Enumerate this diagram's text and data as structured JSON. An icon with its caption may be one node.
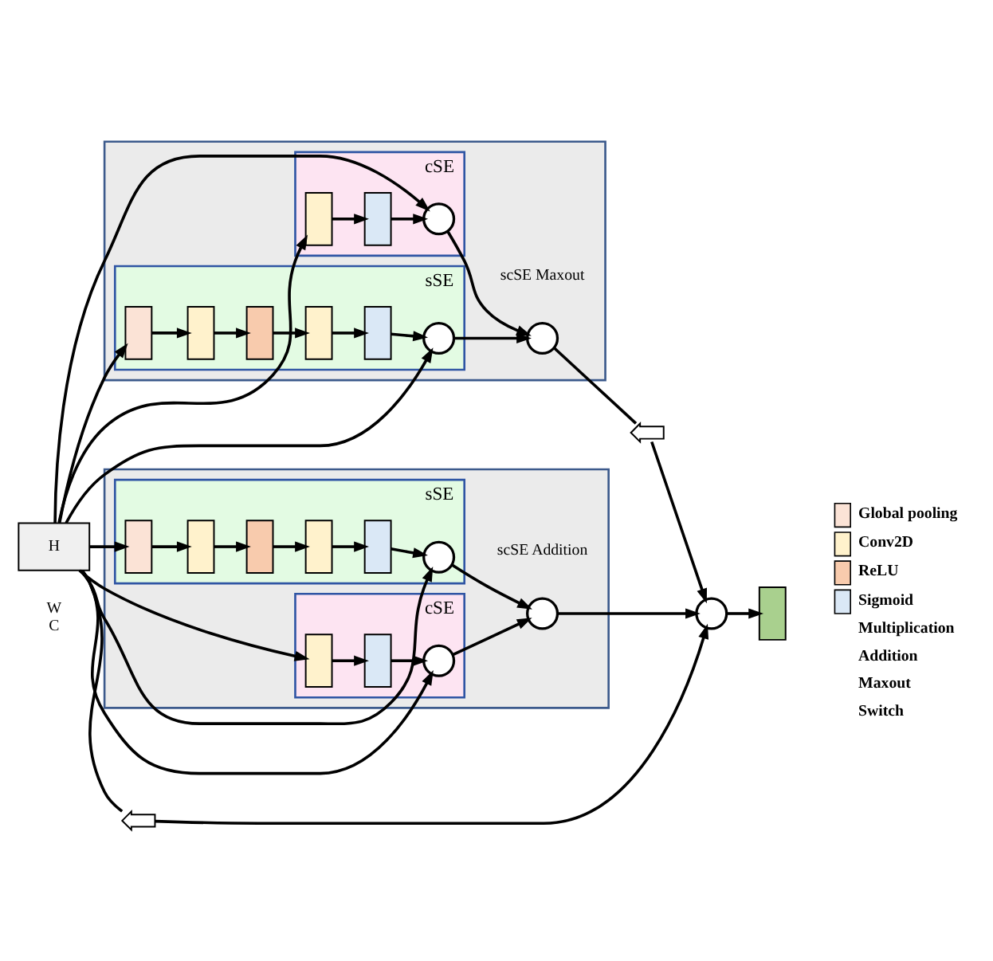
{
  "diagram": {
    "nodes": [
      {
        "text": [
          "H"
        ],
        "beside": [
          "W",
          "C"
        ]
      },
      {
        "text": [],
        "shape": "box"
      },
      {
        "text": [
          "sSE"
        ],
        "in": 1
      },
      {
        "text": [],
        "shape": "box",
        "in": 2
      },
      {
        "text": [],
        "shape": "box",
        "in": 2
      },
      {
        "text": [],
        "shape": "box",
        "in": 2
      },
      {
        "text": [],
        "shape": "box",
        "in": 2
      },
      {
        "text": [],
        "shape": "box",
        "in": 2
      },
      {
        "text": [],
        "shape": "circle",
        "in": 2
      },
      {
        "text": [],
        "shape": "circle",
        "in": 1,
        "beside": [
          "scSE Maxout"
        ]
      },
      {
        "text": [
          "cSE"
        ],
        "in": 1
      },
      {
        "text": [],
        "shape": "box",
        "in": 10
      },
      {
        "text": [],
        "shape": "box",
        "in": 10
      },
      {
        "text": [],
        "shape": "circle",
        "in": 10
      },
      {
        "text": [],
        "shape": "switch"
      },
      {
        "text": [],
        "shape": "circle"
      },
      {
        "text": [],
        "shape": "box"
      },
      {
        "text": [],
        "shape": "box"
      },
      {
        "text": [
          "cSE"
        ],
        "in": 17
      },
      {
        "text": [],
        "shape": "box",
        "in": 18
      },
      {
        "text": [],
        "shape": "box",
        "in": 18
      },
      {
        "text": [],
        "shape": "circle",
        "in": 18
      },
      {
        "text": [],
        "shape": "circle",
        "in": 17,
        "beside": [
          "scSE Addition"
        ]
      },
      {
        "text": [
          "sSE"
        ],
        "in": 17
      },
      {
        "text": [],
        "shape": "box",
        "in": 23
      },
      {
        "text": [],
        "shape": "box",
        "in": 23
      },
      {
        "text": [],
        "shape": "box",
        "in": 23
      },
      {
        "text": [],
        "shape": "box",
        "in": 23
      },
      {
        "text": [],
        "shape": "box",
        "in": 23
      },
      {
        "text": [],
        "shape": "circle",
        "in": 23
      },
      {
        "text": [],
        "shape": "switch"
      }
    ],
    "edges": [
      {
        "from": 0,
        "to": 3,
        "arrow": "to"
      },
      {
        "from": 3,
        "to": 4,
        "arrow": "to"
      },
      {
        "from": 4,
        "to": 5,
        "arrow": "to"
      },
      {
        "from": 5,
        "to": 6,
        "arrow": "to"
      },
      {
        "from": 6,
        "to": 7,
        "arrow": "to"
      },
      {
        "from": 7,
        "to": 8,
        "arrow": "to"
      },
      {
        "from": 0,
        "to": 8,
        "arrow": "to"
      },
      {
        "from": 8,
        "to": 9,
        "arrow": "to"
      },
      {
        "from": 0,
        "to": 11,
        "arrow": "to"
      },
      {
        "from": 11,
        "to": 12,
        "arrow": "to"
      },
      {
        "from": 12,
        "to": 13,
        "arrow": "to"
      },
      {
        "from": 0,
        "to": 13,
        "arrow": "to"
      },
      {
        "from": 13,
        "to": 9,
        "arrow": "to"
      },
      {
        "from": 9,
        "to": 14,
        "arrow": "none"
      },
      {
        "from": 14,
        "to": 15,
        "arrow": "to"
      },
      {
        "from": 0,
        "to": 30,
        "arrow": "none"
      },
      {
        "from": 30,
        "to": 15,
        "arrow": "to"
      },
      {
        "from": 15,
        "to": 16,
        "arrow": "to"
      },
      {
        "from": 0,
        "to": 19,
        "arrow": "to"
      },
      {
        "from": 19,
        "to": 20,
        "arrow": "to"
      },
      {
        "from": 20,
        "to": 21,
        "arrow": "to"
      },
      {
        "from": 0,
        "to": 21,
        "arrow": "to"
      },
      {
        "from": 21,
        "to": 22,
        "arrow": "to"
      },
      {
        "from": 0,
        "to": 24,
        "arrow": "to"
      },
      {
        "from": 24,
        "to": 25,
        "arrow": "to"
      },
      {
        "from": 25,
        "to": 26,
        "arrow": "to"
      },
      {
        "from": 26,
        "to": 27,
        "arrow": "to"
      },
      {
        "from": 27,
        "to": 28,
        "arrow": "to"
      },
      {
        "from": 28,
        "to": 29,
        "arrow": "to"
      },
      {
        "from": 0,
        "to": 29,
        "arrow": "to"
      },
      {
        "from": 29,
        "to": 22,
        "arrow": "to"
      },
      {
        "from": 22,
        "to": 15,
        "arrow": "to"
      }
    ],
    "legend": [
      {
        "text": "Global pooling",
        "color": "#fbe3d6"
      },
      {
        "text": "Conv2D",
        "color": "#fff2cc"
      },
      {
        "text": "ReLU",
        "color": "#f8cbad"
      },
      {
        "text": "Sigmoid",
        "color": "#dae8f6"
      },
      {
        "text": "Multiplication"
      },
      {
        "text": "Addition"
      },
      {
        "text": "Maxout"
      },
      {
        "text": "Switch"
      }
    ]
  }
}
